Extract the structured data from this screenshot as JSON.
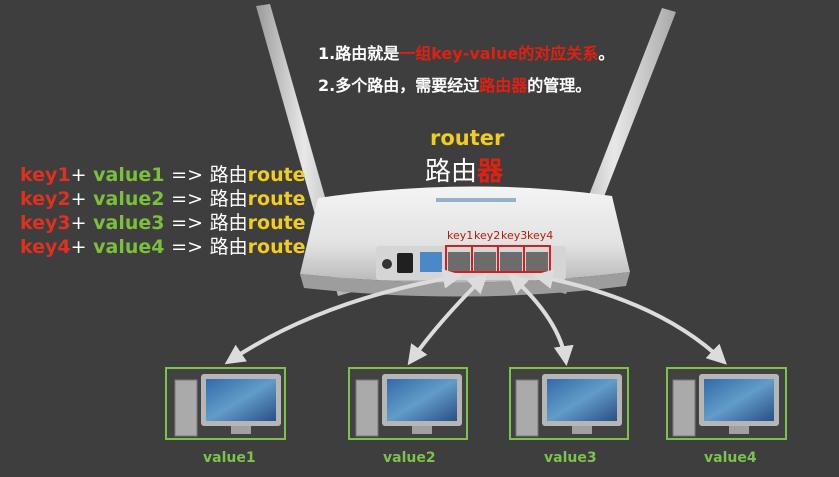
{
  "notes": {
    "line1_pre": "1.路由就是",
    "line1_hl": "一组key-value的对应关系",
    "line1_post": "。",
    "line2_pre": "2.多个路由，需要经过",
    "line2_hl": "路由器",
    "line2_post": "的管理。"
  },
  "router": {
    "title": "router",
    "cn_main": "路由",
    "cn_hl": "器"
  },
  "mappings": [
    {
      "key": "key1",
      "plus": "+",
      "value": "value1",
      "arrow": "=>",
      "cn": "路由",
      "route": "route"
    },
    {
      "key": "key2",
      "plus": "+",
      "value": "value2",
      "arrow": "=>",
      "cn": "路由",
      "route": "route"
    },
    {
      "key": "key3",
      "plus": "+",
      "value": "value3",
      "arrow": "=>",
      "cn": "路由",
      "route": "route"
    },
    {
      "key": "key4",
      "plus": "+",
      "value": "value4",
      "arrow": "=>",
      "cn": "路由",
      "route": "route"
    }
  ],
  "ports": [
    "key1",
    "key2",
    "key3",
    "key4"
  ],
  "computers": [
    "value1",
    "value2",
    "value3",
    "value4"
  ],
  "colors": {
    "background": "#3e3e3e",
    "key_red": "#e03020",
    "value_green": "#7bbf3a",
    "route_yellow": "#f2cc1e",
    "highlight_red": "#e02010",
    "port_box": "#d02020"
  }
}
